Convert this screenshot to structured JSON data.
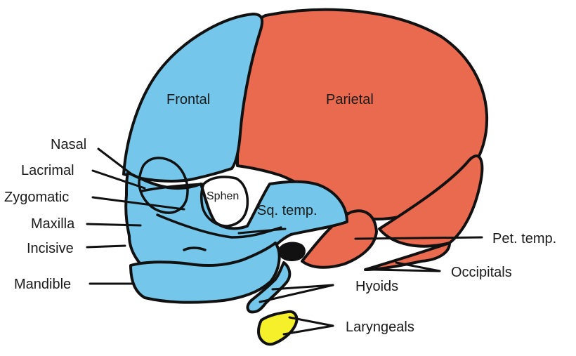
{
  "colors": {
    "blue_bones": "#74c7ea",
    "red_bones": "#ea6a4f",
    "yellow_bones": "#f6f02a",
    "outline": "#111111",
    "background": "#ffffff"
  },
  "labels": {
    "frontal": "Frontal",
    "parietal": "Parietal",
    "sphen": "Sphen",
    "sq_temp": "Sq. temp.",
    "nasal": "Nasal",
    "lacrimal": "Lacrimal",
    "zygomatic": "Zygomatic",
    "maxilla": "Maxilla",
    "incisive": "Incisive",
    "mandible": "Mandible",
    "pet_temp": "Pet. temp.",
    "occipitals": "Occipitals",
    "hyoids": "Hyoids",
    "laryngeals": "Laryngeals"
  }
}
